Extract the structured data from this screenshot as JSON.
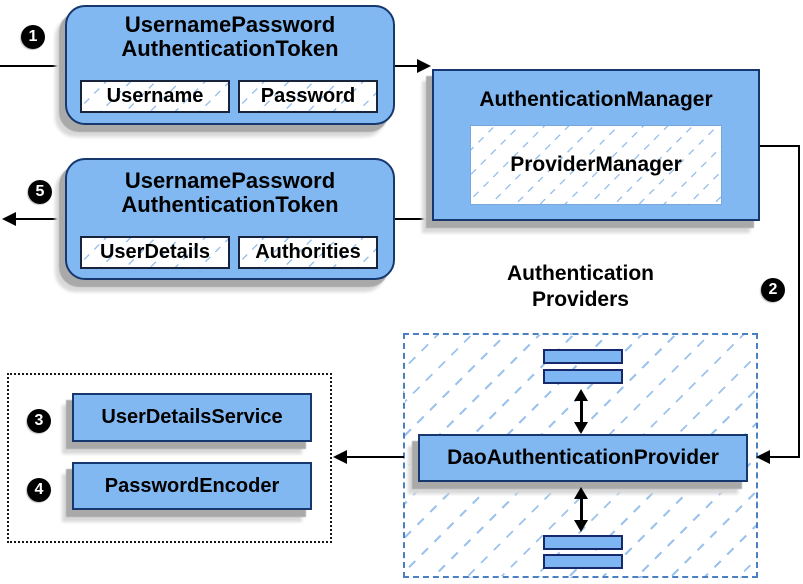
{
  "colors": {
    "box_fill": "#82b8f2",
    "box_border": "#16386e",
    "hatch_line": "#9cc3ee",
    "dashed_group_border": "#4a7fc1",
    "dotted_group_border": "#161616",
    "connector": "#000000",
    "badge_bg": "#000000",
    "badge_fg": "#ffffff",
    "background": "#ffffff"
  },
  "badges": {
    "step1": "1",
    "step2": "2",
    "step3": "3",
    "step4": "4",
    "step5": "5"
  },
  "nodes": {
    "request_token": {
      "title1": "UsernamePassword",
      "title2": "AuthenticationToken",
      "field1": "Username",
      "field2": "Password"
    },
    "authentication_manager": {
      "title": "AuthenticationManager",
      "inner": "ProviderManager"
    },
    "response_token": {
      "title1": "UsernamePassword",
      "title2": "AuthenticationToken",
      "field1": "UserDetails",
      "field2": "Authorities"
    },
    "providers_group": {
      "heading1": "Authentication",
      "heading2": "Providers"
    },
    "dao_provider": {
      "title": "DaoAuthenticationProvider"
    },
    "user_details_service": {
      "title": "UserDetailsService"
    },
    "password_encoder": {
      "title": "PasswordEncoder"
    }
  }
}
